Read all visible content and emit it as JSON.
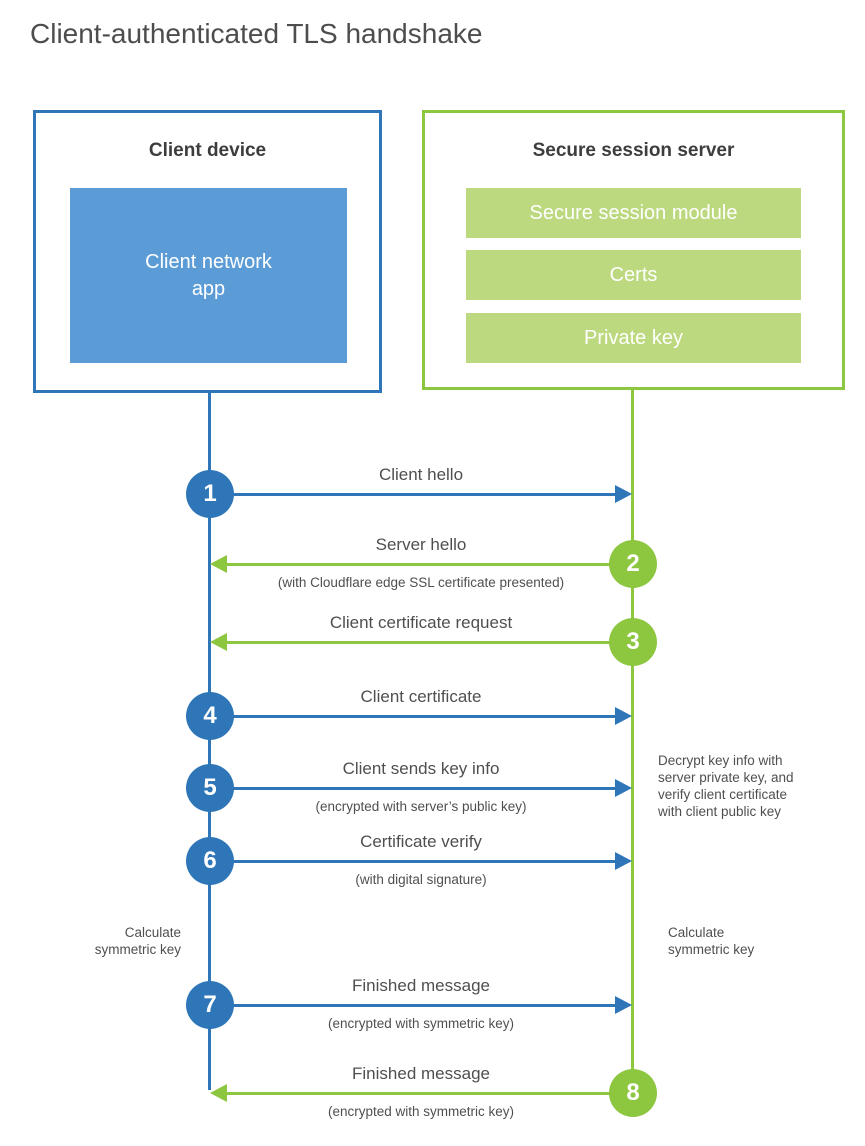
{
  "title": "Client-authenticated TLS handshake",
  "colors": {
    "client_blue": "#2e76b8",
    "client_blue_light": "#5c9cd6",
    "server_green": "#8dc63f",
    "server_green_light": "#bcd97f",
    "text_gray": "#4f4f4f"
  },
  "client": {
    "title": "Client device",
    "app_label": "Client network\napp"
  },
  "server": {
    "title": "Secure session server",
    "modules": [
      "Secure session module",
      "Certs",
      "Private key"
    ]
  },
  "steps": [
    {
      "number": "1",
      "label": "Client hello",
      "sublabel": "",
      "from": "client",
      "to": "server"
    },
    {
      "number": "2",
      "label": "Server hello",
      "sublabel": "(with Cloudflare edge SSL certificate presented)",
      "from": "server",
      "to": "client"
    },
    {
      "number": "3",
      "label": "Client certificate request",
      "sublabel": "",
      "from": "server",
      "to": "client"
    },
    {
      "number": "4",
      "label": "Client certificate",
      "sublabel": "",
      "from": "client",
      "to": "server"
    },
    {
      "number": "5",
      "label": "Client sends key info",
      "sublabel": "(encrypted with server’s public key)",
      "from": "client",
      "to": "server"
    },
    {
      "number": "6",
      "label": "Certificate verify",
      "sublabel": "(with digital signature)",
      "from": "client",
      "to": "server"
    },
    {
      "number": "7",
      "label": "Finished message",
      "sublabel": "(encrypted with symmetric key)",
      "from": "client",
      "to": "server"
    },
    {
      "number": "8",
      "label": "Finished message",
      "sublabel": "(encrypted with symmetric key)",
      "from": "server",
      "to": "client"
    }
  ],
  "annotations": {
    "decrypt_note": "Decrypt key info with\nserver private key, and\nverify client certificate\nwith client public key",
    "calc_left": "Calculate\nsymmetric key",
    "calc_right": "Calculate\nsymmetric key"
  }
}
